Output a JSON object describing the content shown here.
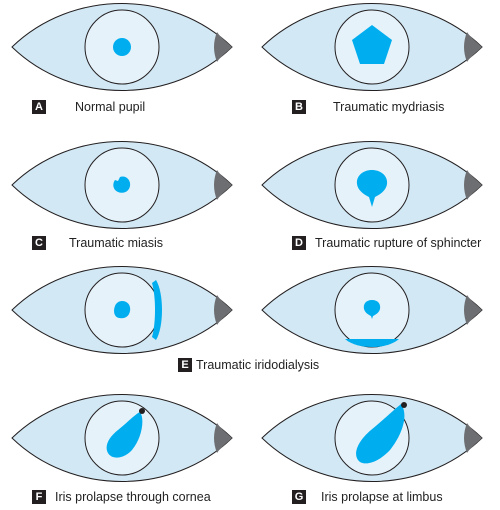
{
  "panels": [
    {
      "letter": "A",
      "caption": "Normal pupil",
      "pupil": "round-small"
    },
    {
      "letter": "B",
      "caption": "Traumatic mydriasis",
      "pupil": "pentagon-large"
    },
    {
      "letter": "C",
      "caption": "Traumatic miasis",
      "pupil": "irregular-small"
    },
    {
      "letter": "D",
      "caption": "Traumatic rupture of sphincter",
      "pupil": "pear-notched"
    },
    {
      "letter": "E",
      "caption": "Traumatic iridodialysis",
      "pupil": "iridodialysis"
    },
    {
      "letter": "F",
      "caption": "Iris prolapse through cornea",
      "pupil": "prolapse-cornea"
    },
    {
      "letter": "G",
      "caption": "Iris prolapse at limbus",
      "pupil": "prolapse-limbus"
    }
  ],
  "colors": {
    "sclera": "#d2e8f4",
    "iris": "#e6f2fa",
    "pupil": "#00aeef",
    "canthus": "#6d6e71",
    "outline": "#231f20"
  }
}
